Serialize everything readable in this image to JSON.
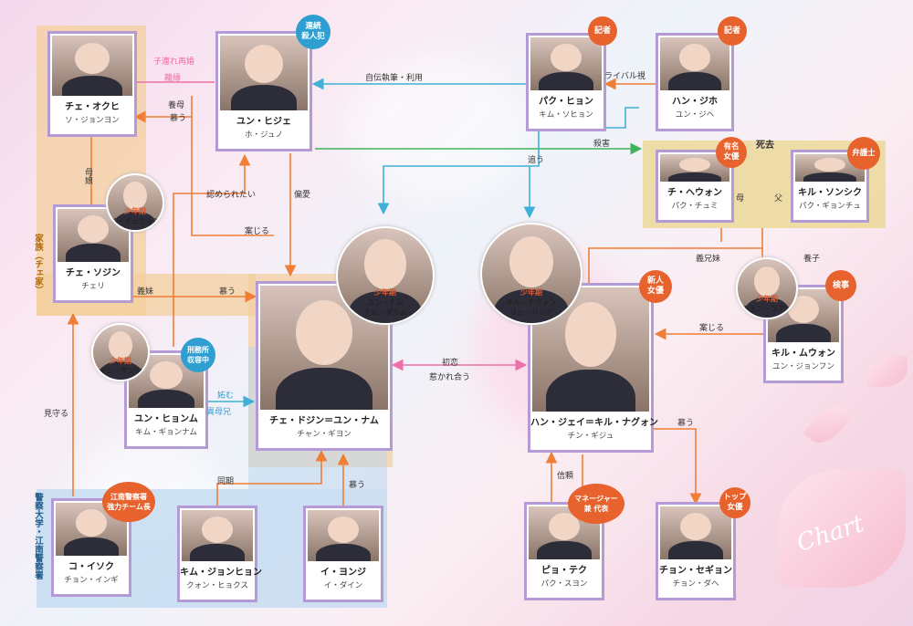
{
  "people": [
    {
      "id": "choe-okhi",
      "name": "チェ・オクヒ",
      "actor": "ソ・ジョンヨン"
    },
    {
      "id": "yun-hije",
      "name": "ユン・ヒジェ",
      "actor": "ホ・ジュノ"
    },
    {
      "id": "pak-hyon",
      "name": "パク・ヒョン",
      "actor": "キム・ソヒョン"
    },
    {
      "id": "han-jiho",
      "name": "ハン・ジホ",
      "actor": "ユン・ジヘ"
    },
    {
      "id": "chi-hewon",
      "name": "チ・ヘウォン",
      "actor": "パク・チュミ"
    },
    {
      "id": "kiru-sonshiku",
      "name": "キル・ソンシク",
      "actor": "パク・ギョンチュ"
    },
    {
      "id": "choe-sojin",
      "name": "チェ・ソジン",
      "actor": "チェリ"
    },
    {
      "id": "yun-hyonmu",
      "name": "ユン・ヒョンム",
      "actor": "キム・ギョンナム"
    },
    {
      "id": "choe-dojin",
      "name": "チェ・ドジン＝ユン・ナム",
      "actor": "チャン・ギヨン"
    },
    {
      "id": "han-jeyi",
      "name": "ハン・ジェイ＝キル・ナグォン",
      "actor": "チン・ギジュ"
    },
    {
      "id": "kiru-muwon",
      "name": "キル・ムウォン",
      "actor": "ユン・ジョンフン"
    },
    {
      "id": "ko-isoku",
      "name": "コ・イソク",
      "actor": "チョン・インギ"
    },
    {
      "id": "kim-jonhyon",
      "name": "キム・ジョンヒョン",
      "actor": "クォン・ヒョクス"
    },
    {
      "id": "i-yonji",
      "name": "イ・ヨンジ",
      "actor": "イ・ダイン"
    },
    {
      "id": "pyo-teku",
      "name": "ピョ・テク",
      "actor": "パク・スヨン"
    },
    {
      "id": "chon-segyon",
      "name": "チョン・セギョン",
      "actor": "チョン・ダヘ"
    }
  ],
  "young": [
    {
      "id": "young-sojin",
      "tag": "少年期",
      "actor": "イ・イェウォン"
    },
    {
      "id": "young-hyonmu",
      "tag": "少年期",
      "actor": "キム・サンウ"
    },
    {
      "id": "young-nam",
      "tag": "少年期",
      "name": "ユン・ナム",
      "actor": "ナム・ダルム"
    },
    {
      "id": "young-nagwon",
      "tag": "少年期",
      "name": "キル・ナグォン",
      "actor": "リュ・ハンビ"
    },
    {
      "id": "young-muwon",
      "tag": "少年期",
      "actor": "チョン・ユアン"
    }
  ],
  "badges": {
    "serial_killer": "連続\n殺人犯",
    "reporter1": "記者",
    "reporter2": "記者",
    "famous_actress": "有名\n女優",
    "lawyer": "弁護士",
    "prison": "刑務所\n収容中",
    "new_actress": "新人\n女優",
    "prosecutor": "検事",
    "team_leader": "江南警察署\n強力チーム長",
    "manager": "マネージャー\n兼 代表",
    "top_actress": "トップ\n女優"
  },
  "labels": {
    "child_remarry": "子連れ再婚",
    "divorce": "離縁",
    "stepmother": "養母",
    "admire1": "慕う",
    "autobio": "自伝執筆・利用",
    "rival": "ライバル視",
    "murder": "殺害",
    "dead": "死去",
    "chase": "追う",
    "mother1": "母娘",
    "recognized": "認められたい",
    "worry": "案じる",
    "favor": "偏愛",
    "mother2": "母",
    "father": "父",
    "adopted_sis": "義兄妹",
    "adopted_son": "養子",
    "sister_in_law": "義妹",
    "admire2": "慕う",
    "worry2": "案じる",
    "first_love": "初恋",
    "attract": "惹かれ合う",
    "envy": "妬む",
    "half_brother": "異母兄",
    "watch": "見守る",
    "classmate": "同期",
    "admire3": "慕う",
    "trust": "信頼",
    "admire4": "慕う",
    "family": "家族（チェ家）",
    "police": "警察大学・江南警察署",
    "chart": "Chart"
  },
  "colors": {
    "orange": "#ef7e37",
    "blue": "#3fb0d8",
    "green": "#3fb25c",
    "pink": "#ef6fa8",
    "purple": "#b49bd6",
    "badge": "#e8622d",
    "badge_blue": "#2e9fd0"
  }
}
